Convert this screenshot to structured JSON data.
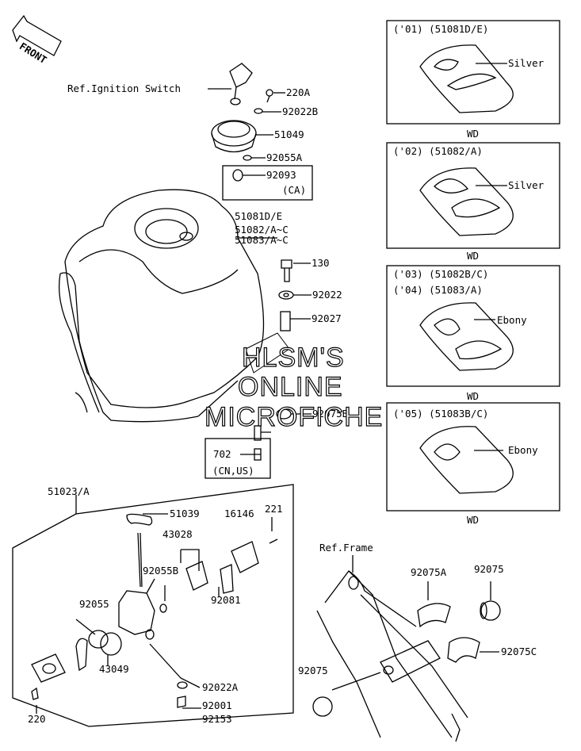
{
  "front_label": "FRONT",
  "labels": {
    "ref_ignition": "Ref.Ignition Switch",
    "p220A": "220A",
    "p92022B": "92022B",
    "p51049": "51049",
    "p92055A": "92055A",
    "p92093": "92093",
    "ca": "(CA)",
    "tank1": "51081D/E",
    "tank2": "51082/A~C",
    "tank3": "51083/A~C",
    "p130": "130",
    "p92022": "92022",
    "p92027": "92027",
    "p92075B": "92075B",
    "p702": "702",
    "cnus": "(CN,US)",
    "p51023A": "51023/A",
    "p51039": "51039",
    "p43028": "43028",
    "p16146": "16146",
    "p221": "221",
    "p92055B": "92055B",
    "p92081": "92081",
    "p92055": "92055",
    "p43049": "43049",
    "p220": "220",
    "p92022A": "92022A",
    "p92001": "92001",
    "p92153": "92153",
    "ref_frame": "Ref.Frame",
    "p92075A": "92075A",
    "p92075_top": "92075",
    "p92075_left": "92075",
    "p92075C": "92075C"
  },
  "variants": [
    {
      "lines": [
        "('01) (51081D/E)"
      ],
      "color": "Silver",
      "code": "WD"
    },
    {
      "lines": [
        "('02) (51082/A)"
      ],
      "color": "Silver",
      "code": "WD"
    },
    {
      "lines": [
        "('03) (51082B/C)",
        "('04) (51083/A)"
      ],
      "color": "Ebony",
      "code": "WD"
    },
    {
      "lines": [
        "('05) (51083B/C)"
      ],
      "color": "Ebony",
      "code": "WD"
    }
  ],
  "watermark": [
    "HLSM'S",
    "ONLINE",
    "MICROFICHE"
  ]
}
